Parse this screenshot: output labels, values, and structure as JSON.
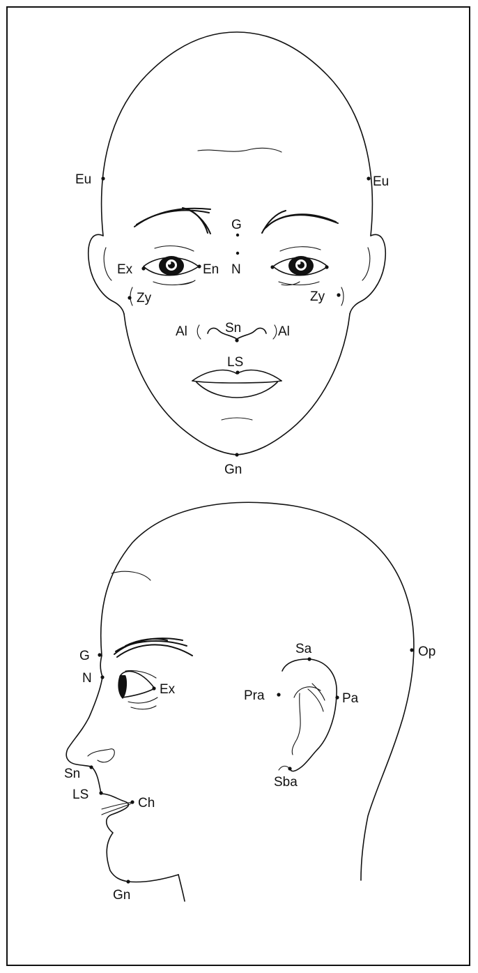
{
  "frontal_view": {
    "landmarks": {
      "eu_right": "Eu",
      "eu_left": "Eu",
      "g": "G",
      "n": "N",
      "ex": "Ex",
      "en": "En",
      "zy_right": "Zy",
      "zy_left": "Zy",
      "al_right": "Al",
      "al_left": "Al",
      "sn": "Sn",
      "ls": "LS",
      "gn": "Gn"
    }
  },
  "profile_view": {
    "landmarks": {
      "g": "G",
      "n": "N",
      "ex": "Ex",
      "sn": "Sn",
      "ls": "LS",
      "ch": "Ch",
      "gn": "Gn",
      "sa": "Sa",
      "op": "Op",
      "pra": "Pra",
      "pa": "Pa",
      "sba": "Sba"
    }
  }
}
